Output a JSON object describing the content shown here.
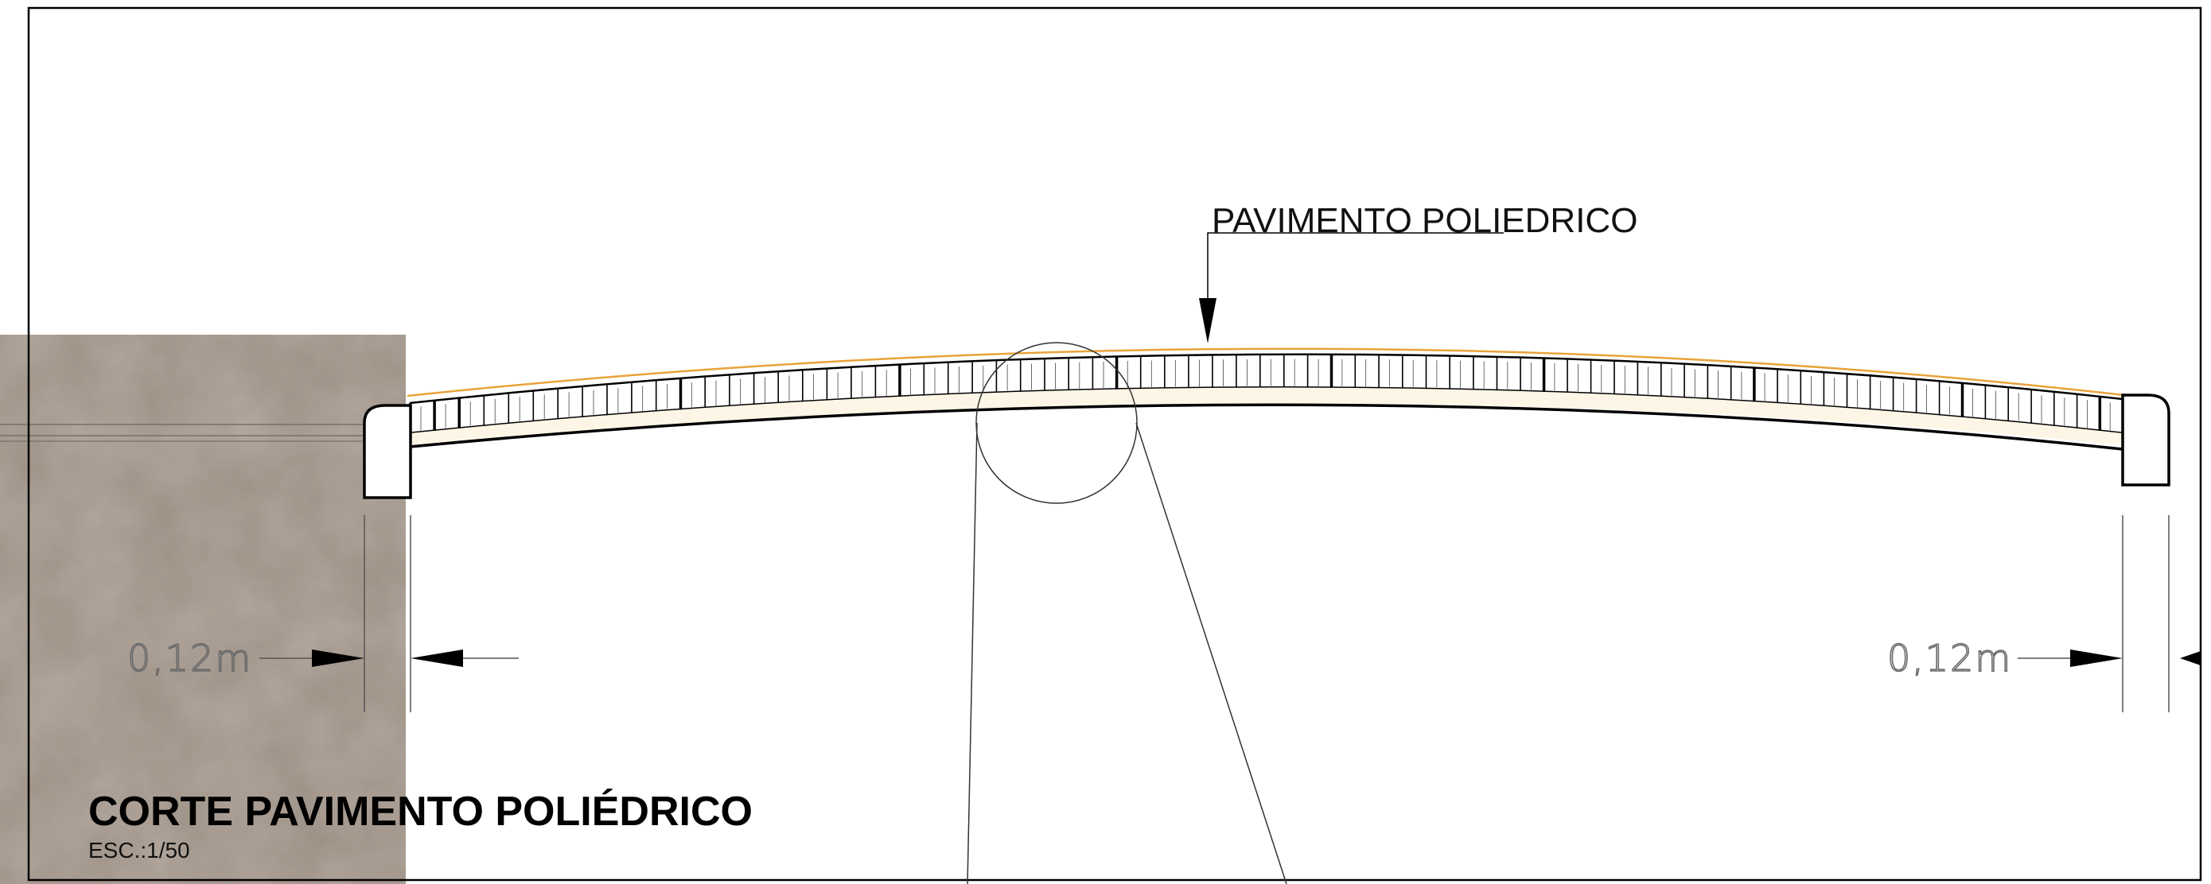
{
  "drawing": {
    "callout_label": "PAVIMENTO POLIEDRICO",
    "dimensions": {
      "left": "0,12m",
      "right": "0,12m"
    },
    "title": "CORTE PAVIMENTO POLIÉDRICO",
    "scale": "ESC.:1/50"
  },
  "colors": {
    "line": "#000000",
    "sand_layer": "#e8a33a",
    "dimension_text": "#6a6a6a",
    "photo_patch": "#9c8e82"
  }
}
